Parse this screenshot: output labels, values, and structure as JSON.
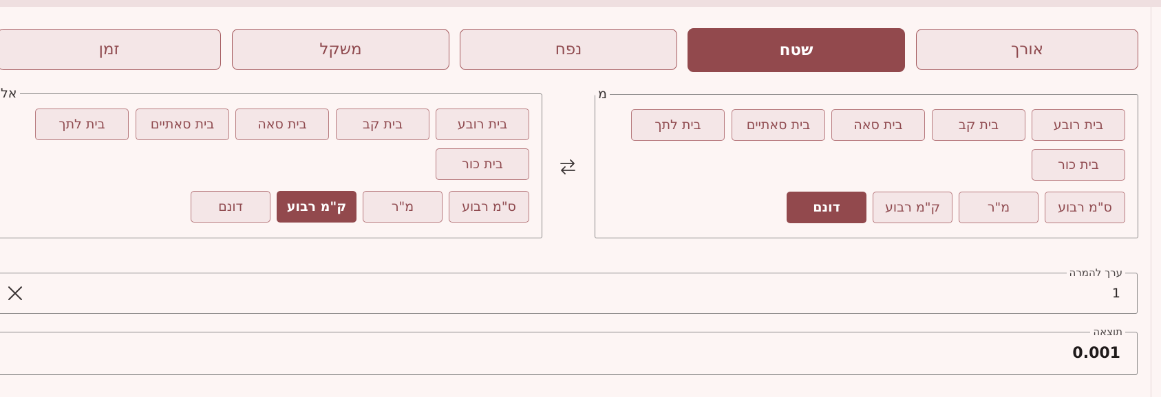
{
  "tabs": [
    {
      "label": "אורך",
      "active": false
    },
    {
      "label": "שטח",
      "active": true
    },
    {
      "label": "נפח",
      "active": false
    },
    {
      "label": "משקל",
      "active": false
    },
    {
      "label": "זמן",
      "active": false
    }
  ],
  "from": {
    "legend": "מ",
    "units_biblical_row1": [
      "בית רובע",
      "בית קב",
      "בית סאה",
      "בית סאתיים",
      "בית לתך"
    ],
    "units_biblical_row2": [
      "בית כור"
    ],
    "units_modern": [
      "ס\"מ רבוע",
      "מ\"ר",
      "ק\"מ רבוע",
      "דונם"
    ],
    "selected": "דונם"
  },
  "to": {
    "legend": "אל",
    "units_biblical_row1": [
      "בית רובע",
      "בית קב",
      "בית סאה",
      "בית סאתיים",
      "בית לתך"
    ],
    "units_biblical_row2": [
      "בית כור"
    ],
    "units_modern": [
      "ס\"מ רבוע",
      "מ\"ר",
      "ק\"מ רבוע",
      "דונם"
    ],
    "selected": "ק\"מ רבוע"
  },
  "input": {
    "label": "ערך להמרה",
    "value": "1"
  },
  "result": {
    "label": "תוצאה",
    "value": "0.001"
  },
  "icons": {
    "swap": "swap-arrows-icon",
    "clear": "close-icon"
  },
  "colors": {
    "accent": "#92494d",
    "chip_bg": "#f4e6e7",
    "page_bg": "#fdf5f4"
  }
}
